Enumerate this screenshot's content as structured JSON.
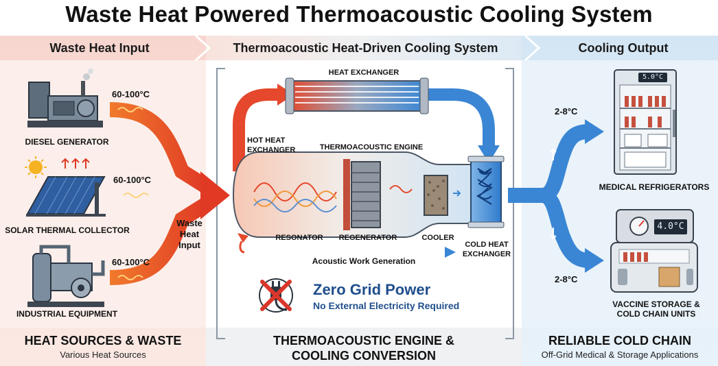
{
  "title": "Waste Heat Powered Thermoacoustic Cooling System",
  "sections": {
    "left": "Waste Heat Input",
    "middle": "Thermoacoustic Heat-Driven Cooling System",
    "right": "Cooling Output"
  },
  "sources": [
    {
      "label": "DIESEL GENERATOR",
      "temp": "60-100°C"
    },
    {
      "label": "SOLAR THERMAL COLLECTOR",
      "temp": "60-100°C"
    },
    {
      "label": "INDUSTRIAL EQUIPMENT",
      "temp": "60-100°C"
    }
  ],
  "waste_heat_input_label": "Waste Heat Input",
  "engine": {
    "heat_exchanger": "HEAT EXCHANGER",
    "hot_heat_exchanger": "HOT HEAT EXCHANGER",
    "thermoacoustic_engine": "THERMOACOUSTIC ENGINE",
    "resonator": "RESONATOR",
    "regenerator": "REGENERATOR",
    "cooler": "COOLER",
    "cold_heat_exchanger": "COLD HEAT EXCHANGER",
    "acoustic_work": "Acoustic Work Generation"
  },
  "zero_grid": {
    "title": "Zero Grid Power",
    "subtitle": "No External Electricity Required"
  },
  "outputs": [
    {
      "label": "MEDICAL REFRIGERATORS",
      "temp": "2-8°C",
      "display": "5.0°C"
    },
    {
      "label": "VACCINE STORAGE & COLD CHAIN UNITS",
      "temp": "2-8°C",
      "display": "4.0°C"
    }
  ],
  "footer": {
    "left": {
      "title": "HEAT SOURCES & WASTE",
      "subtitle": "Various Heat Sources"
    },
    "middle": {
      "title": "THERMOACOUSTIC ENGINE & COOLING CONVERSION",
      "subtitle": ""
    },
    "right": {
      "title": "RELIABLE COLD CHAIN",
      "subtitle": "Off-Grid Medical & Storage Applications"
    }
  },
  "colors": {
    "hot": "#e2452a",
    "cold": "#3a86d4",
    "zero_grid_text": "#1f4e8c",
    "ban_red": "#d9372b"
  }
}
